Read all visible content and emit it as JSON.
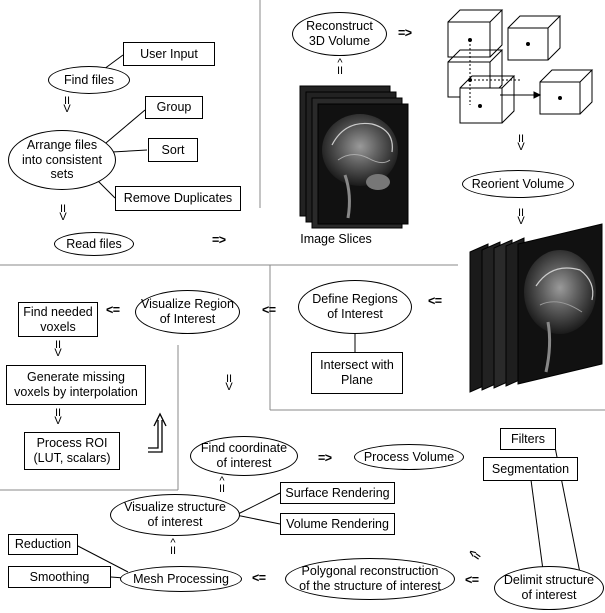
{
  "nodes": {
    "user_input": "User Input",
    "find_files": "Find files",
    "group": "Group",
    "arrange_files_l1": "Arrange files",
    "arrange_files_l2": "into consistent",
    "arrange_files_l3": "sets",
    "sort": "Sort",
    "remove_duplicates": "Remove Duplicates",
    "read_files": "Read files",
    "image_slices": "Image Slices",
    "reconstruct_l1": "Reconstruct",
    "reconstruct_l2": "3D Volume",
    "reorient_volume": "Reorient Volume",
    "find_needed_l1": "Find needed",
    "find_needed_l2": "voxels",
    "visualize_roi_l1": "Visualize Region",
    "visualize_roi_l2": "of Interest",
    "define_regions_l1": "Define Regions",
    "define_regions_l2": "of Interest",
    "intersect_l1": "Intersect with",
    "intersect_l2": "Plane",
    "generate_missing_l1": "Generate missing",
    "generate_missing_l2": "voxels by interpolation",
    "process_roi_l1": "Process ROI",
    "process_roi_l2": "(LUT, scalars)",
    "find_coordinate_l1": "Find coordinate",
    "find_coordinate_l2": "of interest",
    "process_volume": "Process Volume",
    "filters": "Filters",
    "segmentation": "Segmentation",
    "surface_rendering": "Surface Rendering",
    "visualize_structure_l1": "Visualize structure",
    "visualize_structure_l2": "of interest",
    "volume_rendering": "Volume Rendering",
    "reduction": "Reduction",
    "smoothing": "Smoothing",
    "mesh_processing": "Mesh Processing",
    "polygonal_l1": "Polygonal reconstruction",
    "polygonal_l2": "of the structure of interest",
    "delimit_l1": "Delimit structure",
    "delimit_l2": "of interest"
  },
  "arrows": {
    "right": "=>",
    "left": "<="
  },
  "colors": {
    "line": "#000000",
    "separator": "#888888",
    "image_bg": "#111111"
  }
}
